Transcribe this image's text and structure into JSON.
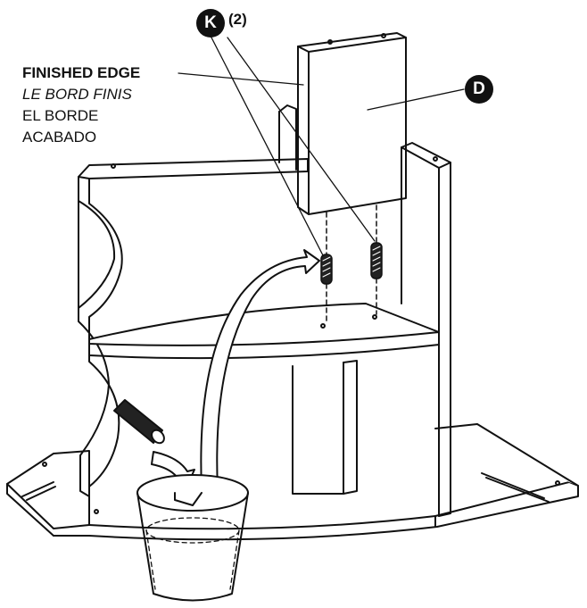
{
  "labels": {
    "finished_edge_en": "FINISHED EDGE",
    "finished_edge_fr": "LE BORD FINIS",
    "finished_edge_es_line1": "EL BORDE",
    "finished_edge_es_line2": "ACABADO"
  },
  "parts": {
    "k_letter": "K",
    "k_quantity": "(2)",
    "d_letter": "D"
  },
  "colors": {
    "line": "#111111",
    "badge_fill": "#111111",
    "badge_text": "#ffffff",
    "background": "#ffffff"
  },
  "icons": [
    "dowel-icon",
    "glue-cup-icon",
    "curved-arrow-icon"
  ]
}
